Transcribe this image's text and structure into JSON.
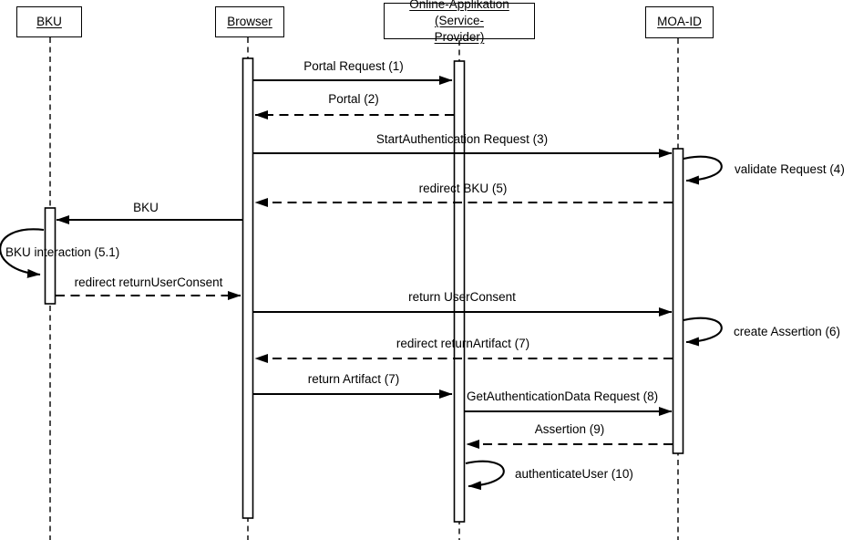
{
  "diagram_type": "uml-sequence-diagram",
  "colors": {
    "line": "#000000",
    "background": "#ffffff",
    "text": "#000000"
  },
  "actors": {
    "bku": {
      "label": "BKU"
    },
    "browser": {
      "label": "Browser"
    },
    "online_app": {
      "line1": "Online-Applikation (Service-",
      "line2": "Provider)",
      "full_label": "Online-Applikation (Service-Provider)"
    },
    "moa_id": {
      "label": "MOA-ID"
    }
  },
  "messages": [
    {
      "label": "Portal Request (1)",
      "from": "Browser",
      "to": "Online-Applikation (Service-Provider)",
      "line": "solid"
    },
    {
      "label": "Portal (2)",
      "from": "Online-Applikation (Service-Provider)",
      "to": "Browser",
      "line": "dashed"
    },
    {
      "label": "StartAuthentication Request (3)",
      "from": "Browser",
      "to": "MOA-ID",
      "line": "solid"
    },
    {
      "label": "validate Request (4)",
      "from": "MOA-ID",
      "to": "MOA-ID",
      "line": "self-loop"
    },
    {
      "label": "redirect BKU (5)",
      "from": "MOA-ID",
      "to": "Browser",
      "line": "dashed"
    },
    {
      "label": "BKU",
      "from": "Browser",
      "to": "BKU",
      "line": "solid"
    },
    {
      "label": "BKU interaction (5.1)",
      "from": "BKU",
      "to": "BKU",
      "line": "self-loop"
    },
    {
      "label": "redirect returnUserConsent",
      "from": "BKU",
      "to": "Browser",
      "line": "dashed"
    },
    {
      "label": "return UserConsent",
      "from": "Browser",
      "to": "MOA-ID",
      "line": "solid"
    },
    {
      "label": "create Assertion (6)",
      "from": "MOA-ID",
      "to": "MOA-ID",
      "line": "self-loop"
    },
    {
      "label": "redirect returnArtifact (7)",
      "from": "MOA-ID",
      "to": "Browser",
      "line": "dashed"
    },
    {
      "label": "return Artifact (7)",
      "from": "Browser",
      "to": "Online-Applikation (Service-Provider)",
      "line": "solid"
    },
    {
      "label": "GetAuthenticationData Request (8)",
      "from": "Online-Applikation (Service-Provider)",
      "to": "MOA-ID",
      "line": "solid"
    },
    {
      "label": "Assertion (9)",
      "from": "MOA-ID",
      "to": "Online-Applikation (Service-Provider)",
      "line": "dashed"
    },
    {
      "label": "authenticateUser (10)",
      "from": "Online-Applikation (Service-Provider)",
      "to": "Online-Applikation (Service-Provider)",
      "line": "self-loop"
    }
  ]
}
